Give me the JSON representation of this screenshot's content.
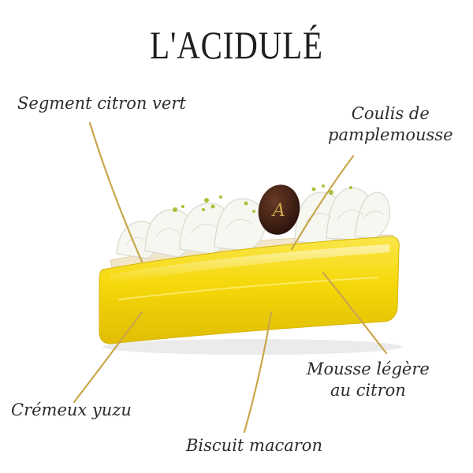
{
  "title": "L'ACIDULÉ",
  "labels": {
    "segment": "Segment citron vert",
    "coulis_line1": "Coulis de",
    "coulis_line2": "pamplemousse",
    "mousse_line1": "Mousse légère",
    "mousse_line2": "au citron",
    "cremeux": "Crémeux yuzu",
    "biscuit": "Biscuit macaron"
  },
  "colors": {
    "glaze": "#f5d80a",
    "cream": "#f7f7f2",
    "chocolate": "#3a1c12",
    "gold_line": "#c9a64a",
    "lime_zest": "#a9c23a"
  },
  "chocolate_disc_monogram": "A"
}
